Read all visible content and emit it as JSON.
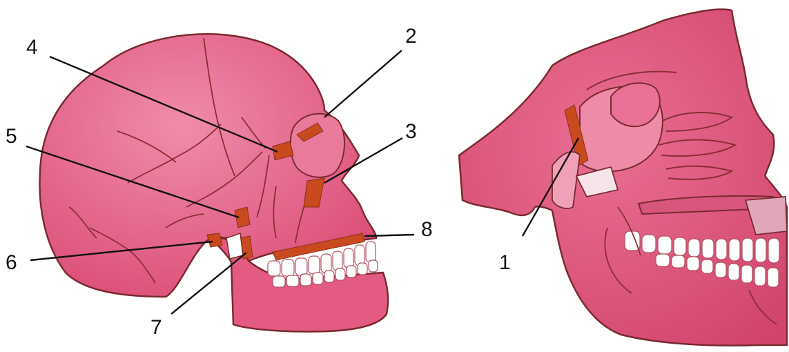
{
  "labels": {
    "n1": "1",
    "n2": "2",
    "n3": "3",
    "n4": "4",
    "n5": "5",
    "n6": "6",
    "n7": "7",
    "n8": "8"
  },
  "colors": {
    "bone": "#e2577f",
    "bone_light": "#ef86a6",
    "outline": "#7a2a2e",
    "fracture": "#c84a1e",
    "teeth": "#ffffff",
    "leader_line": "#111111"
  }
}
